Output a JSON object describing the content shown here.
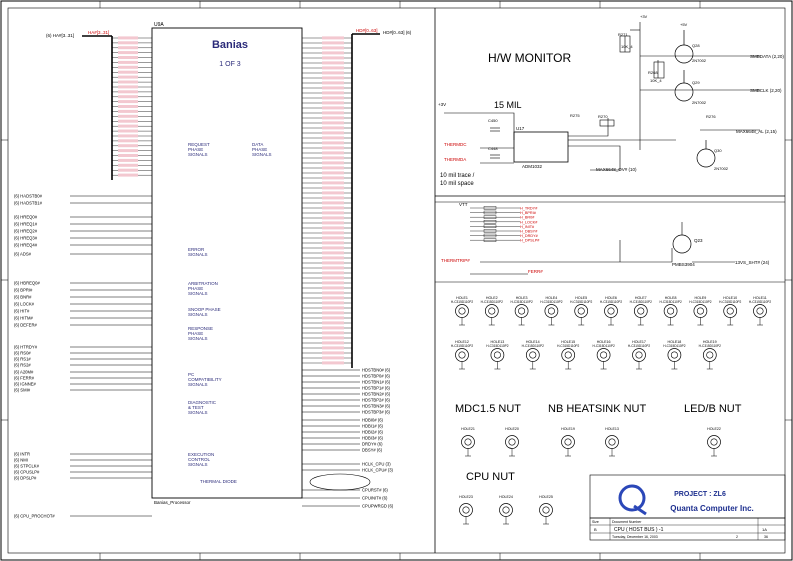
{
  "cpu": {
    "ref": "U9A",
    "name": "Banias",
    "unit": "1 OF 3",
    "footer": "Banias_Processor",
    "groups": {
      "request": [
        "REQUEST",
        "PHASE",
        "SIGNALS"
      ],
      "data": [
        "DATA",
        "PHASE",
        "SIGNALS"
      ],
      "error": [
        "ERROR",
        "SIGNALS"
      ],
      "arbitration": [
        "ARBITRATION",
        "PHASE",
        "SIGNALS"
      ],
      "snoop": [
        "SNOOP PHASE",
        "SIGNALS"
      ],
      "response": [
        "RESPONSE",
        "PHASE",
        "SIGNALS"
      ],
      "compat": [
        "PC",
        "COMPATIBILITY",
        "SIGNALS"
      ],
      "diag": [
        "DIAGNOSTIC",
        "& TEST",
        "SIGNALS"
      ],
      "exec": [
        "EXECUTION",
        "CONTROL",
        "SIGNALS"
      ],
      "thermal": "THERMAL DIODE"
    }
  },
  "buses": {
    "ha": "(6) HA#[3..31]",
    "ha_net": "HA#[3..31]",
    "hd": "HD#[0..63] (6)",
    "hd_net": "HD#[0..63]"
  },
  "left_signals": [
    "(6) HADSTB0#",
    "(6) HADSTB1#",
    "(6) HREQ0#",
    "(6) HREQ1#",
    "(6) HREQ2#",
    "(6) HREQ3#",
    "(6) HREQ4#",
    "(6) ADS#",
    "(6) HBREQ0#",
    "(6) BPRI#",
    "(6) BNR#",
    "(6) LOCK#",
    "(6) HIT#",
    "(6) HITM#",
    "(6) DEFER#",
    "(6) HTRDY#",
    "(6) RS0#",
    "(6) RS1#",
    "(6) RS2#",
    "(6) A20M#",
    "(6) FERR#",
    "(6) IGNNE#",
    "(6) SMI#",
    "(6) INTR",
    "(6) NMI",
    "(6) STPCLK#",
    "(6) CPUSLP#",
    "(6) DPSLP#",
    "(6) CPU_PROCHOT#"
  ],
  "right_signals": [
    "HDSTBN0# (6)",
    "HDSTBP0# (6)",
    "HDSTBN1# (6)",
    "HDSTBP1# (6)",
    "HDSTBN2# (6)",
    "HDSTBP2# (6)",
    "HDSTBN3# (6)",
    "HDSTBP3# (6)",
    "HDBI0# (6)",
    "HDBI1# (6)",
    "HDBI2# (6)",
    "HDBI3# (6)",
    "DRDY# (6)",
    "DBSY# (6)",
    "HCLK_CPU (3)",
    "HCLK_CPU# (3)",
    "CPURST# (6)",
    "CPUINIT# (6)",
    "CPUPWRGD (6)"
  ],
  "hw_monitor": {
    "title": "H/W MONITOR",
    "trace_width": "15 MIL",
    "note1": "10 mil trace /",
    "note2": "10 mil space",
    "ic": "U17",
    "chip": "ADM1032",
    "outputs": [
      "SMBDATA (2,20)",
      "SMBCLK (2,20)",
      "MAX6648_AL (2,15)",
      "MAX6648_OV# (10)"
    ],
    "parts": [
      "R271",
      "10K_4",
      "R268",
      "10K_4",
      "R270",
      "R276",
      "R275",
      "C450",
      "C448",
      "Q28",
      "2N7002",
      "Q29",
      "2N7002",
      "Q30",
      "2N7002",
      "+3V",
      "+5V"
    ],
    "nets": [
      "THERMDC",
      "THERMDA",
      "+3V"
    ]
  },
  "thermal_sd": {
    "nets": [
      "THERMTRIP#",
      "FERR#"
    ],
    "rp": [
      "H_TRDY#",
      "H_BPRI#",
      "H_BR0#",
      "H_LOCK#",
      "H_INIT#",
      "H_DBSY#",
      "H_DRDY#",
      "H_DPSLP#"
    ],
    "q": "Q23",
    "q_part": "PMBS3904",
    "out": "13VS_SHT# (24)"
  },
  "holes": {
    "row1": [
      "HOLE1",
      "HOLE2",
      "HOLE3",
      "HOLE4",
      "HOLE5",
      "HOLE6",
      "HOLE7",
      "HOLE8",
      "HOLE9",
      "HOLE10",
      "HOLE11"
    ],
    "row2": [
      "HOLE12",
      "HOLE13",
      "HOLE14",
      "HOLE15",
      "HOLE16",
      "HOLE17",
      "HOLE18",
      "HOLE19"
    ],
    "row1_type": "H-C315D110P2",
    "headings": [
      "MDC1.5 NUT",
      "NB HEATSINK NUT",
      "LED/B NUT",
      "CPU NUT"
    ],
    "mdc": [
      "HOLE21",
      "HOLE20"
    ],
    "nb": [
      "HOLE19",
      "HOLE13"
    ],
    "led": [
      "HOLE22"
    ],
    "cpu": [
      "HOLE23",
      "HOLE24",
      "HOLE25"
    ]
  },
  "title_block": {
    "project": "PROJECT : ZL6",
    "company": "Quanta Computer Inc.",
    "doc_label": "Document Number",
    "doc": "CPU ( HOST BUS ) -1",
    "rev": "1A",
    "date": "Tuesday, December 16, 2003",
    "sheet": "2",
    "of": "36",
    "size": "Size",
    "size_val": "B"
  }
}
